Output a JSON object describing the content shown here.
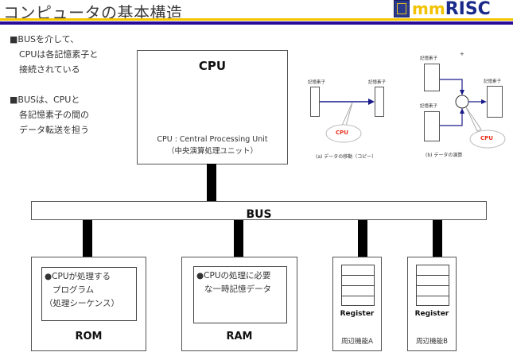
{
  "header": {
    "title": "コンピュータの基本構造",
    "logo_mm": "mm",
    "logo_risc": "RISC",
    "colors": {
      "rule_yellow": "#f5c400",
      "rule_blue": "#2a0a9a",
      "logo_yellow": "#f2c200",
      "logo_blue": "#1a2a8a"
    }
  },
  "bullets": [
    {
      "marker": "■",
      "lines": [
        "BUSを介して、",
        "CPUは各記憶素子と",
        "接続されている"
      ]
    },
    {
      "marker": "■",
      "lines": [
        "BUSは、CPUと",
        "各記憶素子の間の",
        "データ転送を担う"
      ]
    }
  ],
  "cpu": {
    "title": "CPU",
    "subtitle_1": "CPU : Central Processing Unit",
    "subtitle_2": "（中央演算処理ユニット）"
  },
  "bus": {
    "label": "BUS"
  },
  "rom": {
    "label": "ROM",
    "desc_lines": [
      "●CPUが処理する",
      "プログラム",
      "（処理シーケンス）"
    ]
  },
  "ram": {
    "label": "RAM",
    "desc_lines": [
      "●CPUの処理に必要",
      "な一時記憶データ"
    ]
  },
  "peripherals": [
    {
      "register_label": "Register",
      "name": "周辺機能A"
    },
    {
      "register_label": "Register",
      "name": "周辺機能B"
    }
  ],
  "diagram_a": {
    "src_label": "記憶素子",
    "dst_label": "記憶素子",
    "cpu_label": "CPU",
    "caption": "(a) データの移動（コピー）"
  },
  "diagram_b": {
    "src1_label": "記憶素子",
    "src2_label": "記憶素子",
    "dst_label": "記憶素子",
    "op_symbol": "+",
    "cpu_label": "CPU",
    "caption": "(b) データの演算"
  }
}
